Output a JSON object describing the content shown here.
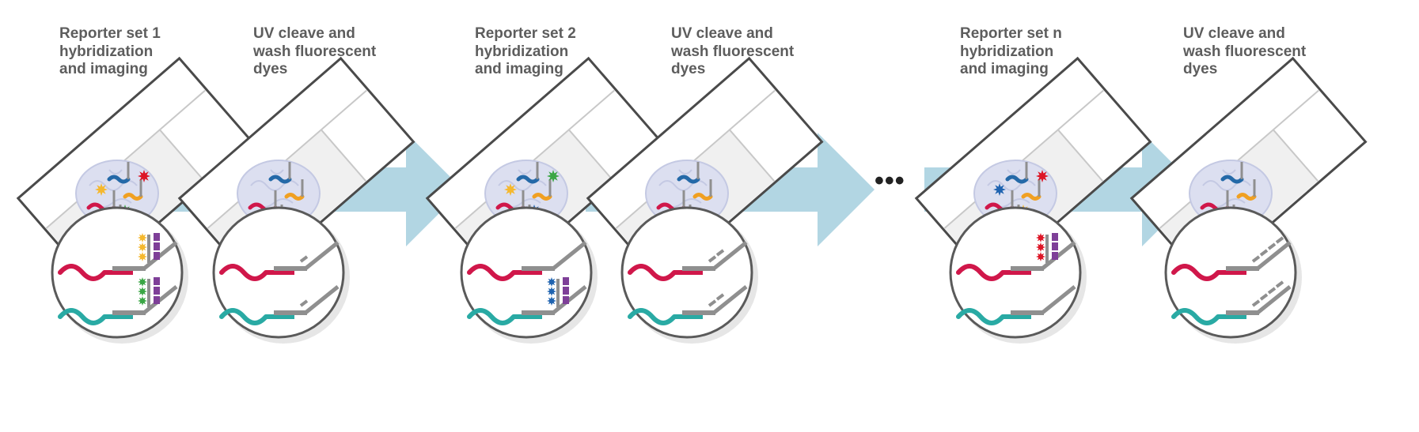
{
  "colors": {
    "arrow": "#b2d6e3",
    "slide_border": "#4a4a4a",
    "slide_fill": "#f0f0f0",
    "tissue": "#dcdff0",
    "probe_red": "#d0174a",
    "probe_teal": "#29aaa4",
    "probe_blue": "#2469a8",
    "probe_orange": "#f0a022",
    "grey": "#8f8f8f",
    "dye_yellow": "#f5b82e",
    "dye_green": "#3aa645",
    "dye_blue": "#1f63b0",
    "dye_red": "#dd1526",
    "barcode_purple": "#7e3f98"
  },
  "steps": [
    {
      "id": "set1",
      "type": "hybridization",
      "label": "Reporter set 1\nhybridization\nand imaging",
      "slide_dyes": [
        "yellow",
        "red",
        "green"
      ],
      "top_dye": "yellow",
      "bottom_dye": "green"
    },
    {
      "id": "cleave1",
      "type": "cleave",
      "label": "UV cleave and\nwash fluorescent\ndyes",
      "cleaved_segments": 1
    },
    {
      "id": "set2",
      "type": "hybridization",
      "label": "Reporter set 2\nhybridization\nand imaging",
      "slide_dyes": [
        "yellow",
        "green",
        "blue"
      ],
      "top_dye": null,
      "bottom_dye": "blue"
    },
    {
      "id": "cleave2",
      "type": "cleave",
      "label": "UV cleave and\nwash fluorescent\ndyes",
      "cleaved_segments": 2
    },
    {
      "id": "setn",
      "type": "hybridization",
      "label": "Reporter set n\nhybridization\nand imaging",
      "slide_dyes": [
        "blue",
        "red",
        "yellow"
      ],
      "top_dye": "red",
      "bottom_dye": null
    },
    {
      "id": "cleaven",
      "type": "cleave",
      "label": "UV cleave and\nwash fluorescent\ndyes",
      "cleaved_segments": 4
    }
  ],
  "ellipsis": "•••"
}
